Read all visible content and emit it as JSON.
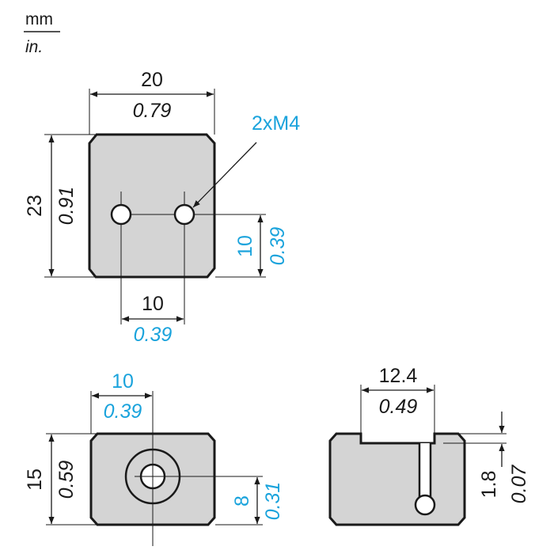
{
  "units": {
    "primary": "mm",
    "secondary": "in."
  },
  "top_view": {
    "width_mm": "20",
    "width_in": "0.79",
    "height_mm": "23",
    "height_in": "0.91",
    "hole_callout": "2xM4",
    "hole_offset_mm": "10",
    "hole_offset_in": "0.39",
    "hole_spacing_mm": "10",
    "hole_spacing_in": "0.39"
  },
  "front_view": {
    "center_offset_mm": "10",
    "center_offset_in": "0.39",
    "height_mm": "15",
    "height_in": "0.59",
    "center_height_mm": "8",
    "center_height_in": "0.31"
  },
  "side_view": {
    "slot_width_mm": "12.4",
    "slot_width_in": "0.49",
    "slot_depth_mm": "1.8",
    "slot_depth_in": "0.07"
  },
  "colors": {
    "primary_dim": "#1a1a1a",
    "secondary_dim": "#1aa3dc",
    "part_fill": "#d4d4d4"
  }
}
